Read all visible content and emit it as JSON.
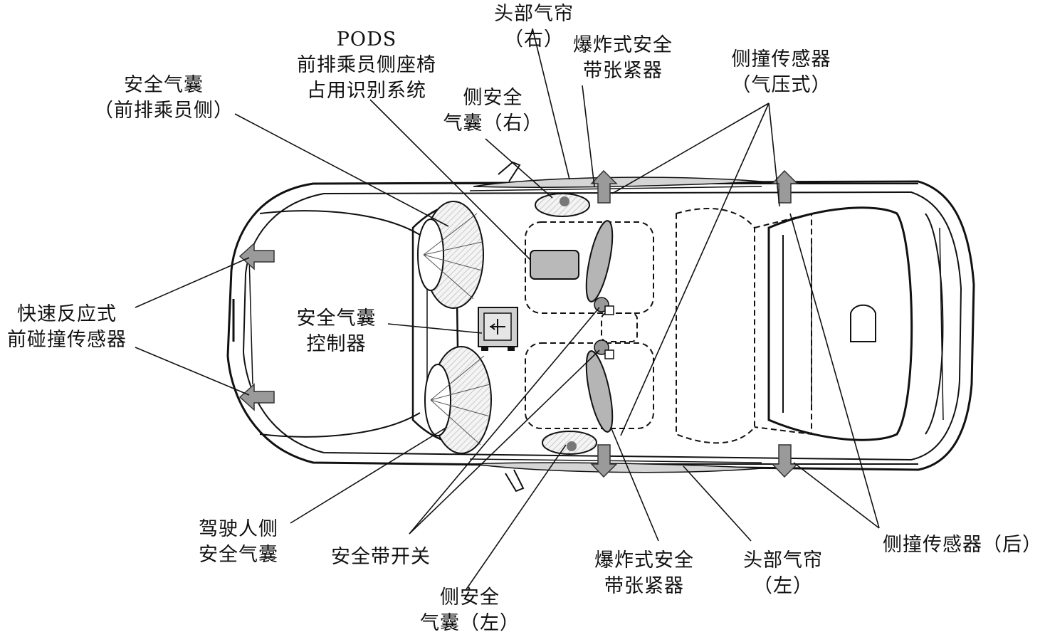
{
  "labels": {
    "head_curtain_right": {
      "l1": "头部气帘",
      "l2": "（右）"
    },
    "pods": {
      "l1": "PODS",
      "l2": "前排乘员侧座椅",
      "l3": "占用识别系统"
    },
    "pretensioner_right": {
      "l1": "爆炸式安全",
      "l2": "带张紧器"
    },
    "side_sensor_pressure": {
      "l1": "侧撞传感器",
      "l2": "（气压式）"
    },
    "passenger_airbag": {
      "l1": "安全气囊",
      "l2": "（前排乘员侧）"
    },
    "side_airbag_right": {
      "l1": "侧安全",
      "l2": "气囊（右）"
    },
    "front_sensor": {
      "l1": "快速反应式",
      "l2": "前碰撞传感器"
    },
    "airbag_controller": {
      "l1": "安全气囊",
      "l2": "控制器"
    },
    "driver_airbag": {
      "l1": "驾驶人侧",
      "l2": "安全气囊"
    },
    "belt_switch": {
      "l1": "安全带开关"
    },
    "side_airbag_left": {
      "l1": "侧安全",
      "l2": "气囊（左）"
    },
    "pretensioner_left": {
      "l1": "爆炸式安全",
      "l2": "带张紧器"
    },
    "head_curtain_left": {
      "l1": "头部气帘",
      "l2": "（左）"
    },
    "side_sensor_rear": {
      "l1": "侧撞传感器（后）"
    }
  },
  "colors": {
    "line": "#111111",
    "arrow_fill": "#9a9a9a",
    "component_fill": "#bdbdbd",
    "airbag_fill": "#e8e8e8"
  }
}
